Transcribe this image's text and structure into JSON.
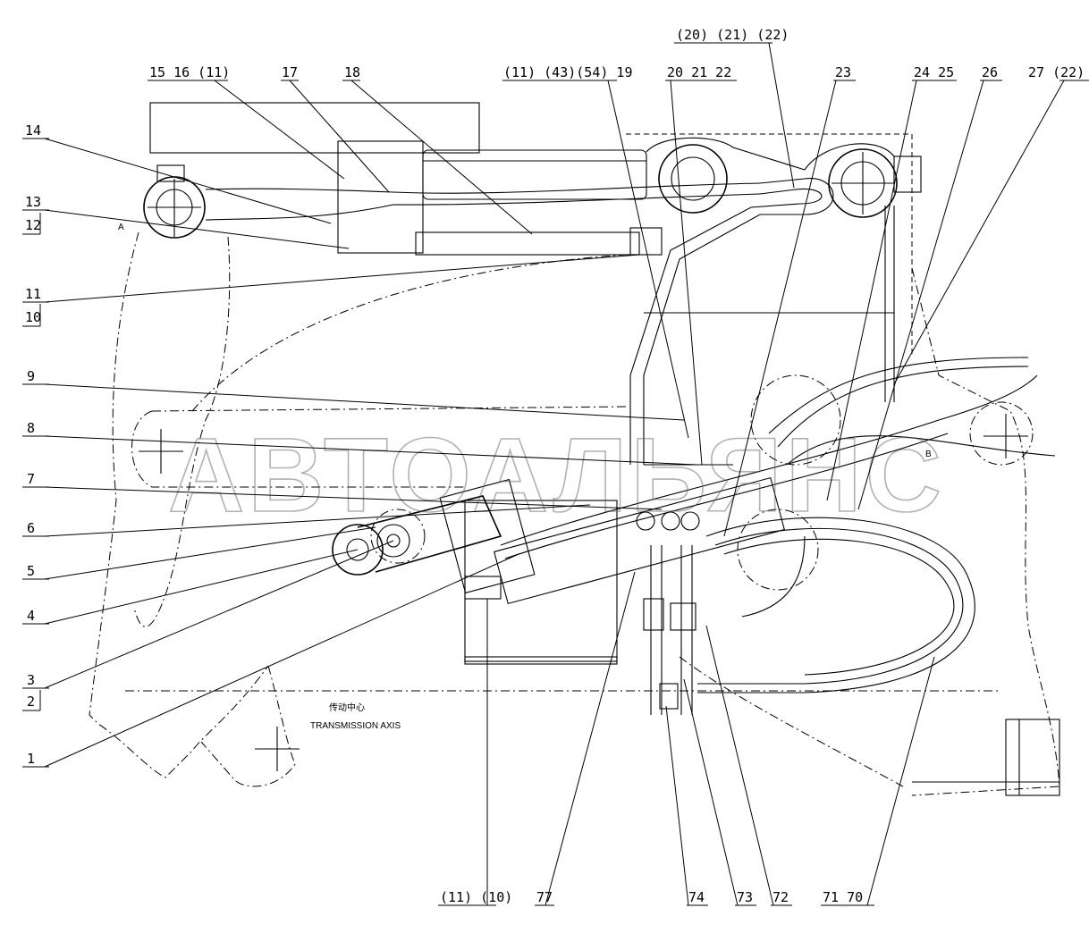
{
  "watermark": "АВТОАЛЬЯНС",
  "axis": {
    "cn": "传动中心",
    "en": "TRANSMISSION AXIS"
  },
  "view_marks": {
    "a": "A",
    "b": "B"
  },
  "labels_top": [
    "15 16 (11)",
    "17",
    "18",
    "(11) (43)(54) 19",
    "20 21 22",
    "(20) (21) (22)",
    "23",
    "24 25",
    "26",
    "27 (22)"
  ],
  "labels_left": [
    "14",
    "13",
    "12",
    "11",
    "10",
    "9",
    "8",
    "7",
    "6",
    "5",
    "4",
    "3",
    "2",
    "1"
  ],
  "labels_bottom": [
    "(11) (10)",
    "77",
    "74",
    "73",
    "72",
    "71 70"
  ]
}
